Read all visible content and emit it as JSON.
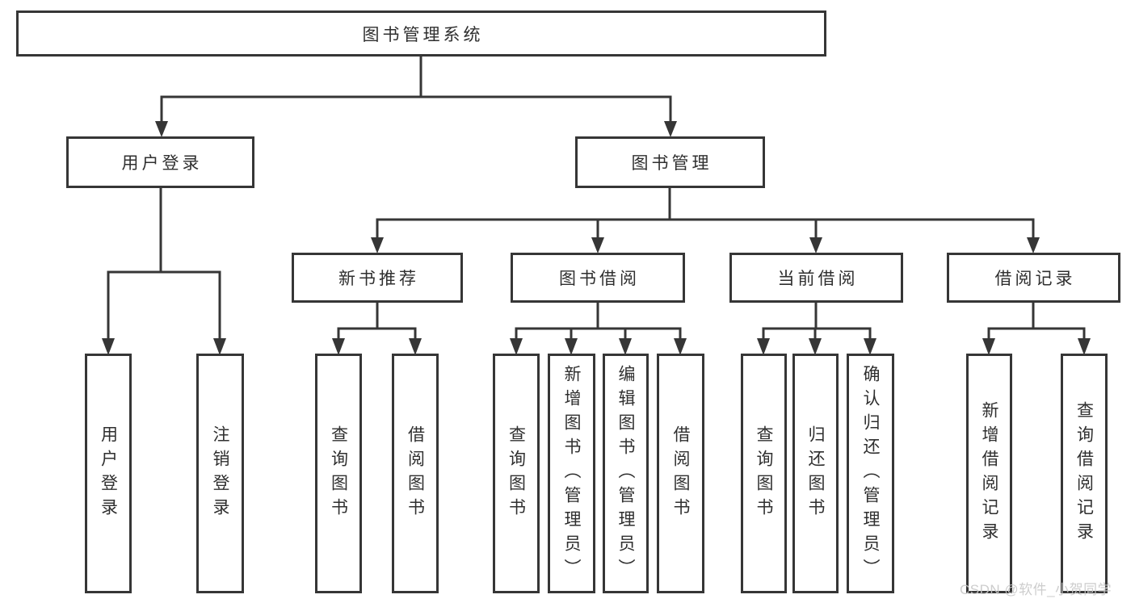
{
  "diagram": {
    "type": "hierarchy-tree",
    "title": "图书管理系统",
    "tree": {
      "label": "图书管理系统",
      "children": [
        {
          "label": "用户登录",
          "children": [
            {
              "label": "用户登录"
            },
            {
              "label": "注销登录"
            }
          ]
        },
        {
          "label": "图书管理",
          "children": [
            {
              "label": "新书推荐",
              "children": [
                {
                  "label": "查询图书"
                },
                {
                  "label": "借阅图书"
                }
              ]
            },
            {
              "label": "图书借阅",
              "children": [
                {
                  "label": "查询图书"
                },
                {
                  "label": "新增图书（管理员）"
                },
                {
                  "label": "编辑图书（管理员）"
                },
                {
                  "label": "借阅图书"
                }
              ]
            },
            {
              "label": "当前借阅",
              "children": [
                {
                  "label": "查询图书"
                },
                {
                  "label": "归还图书"
                },
                {
                  "label": "确认归还（管理员）"
                }
              ]
            },
            {
              "label": "借阅记录",
              "children": [
                {
                  "label": "新增借阅记录"
                },
                {
                  "label": "查询借阅记录"
                }
              ]
            }
          ]
        }
      ]
    },
    "watermark": "CSDN @软件_小贺同学",
    "colors": {
      "line": "#363636",
      "box_border": "#363636",
      "text": "#2f2f2f",
      "watermark": "#c8c8c8",
      "background": "#ffffff"
    }
  }
}
